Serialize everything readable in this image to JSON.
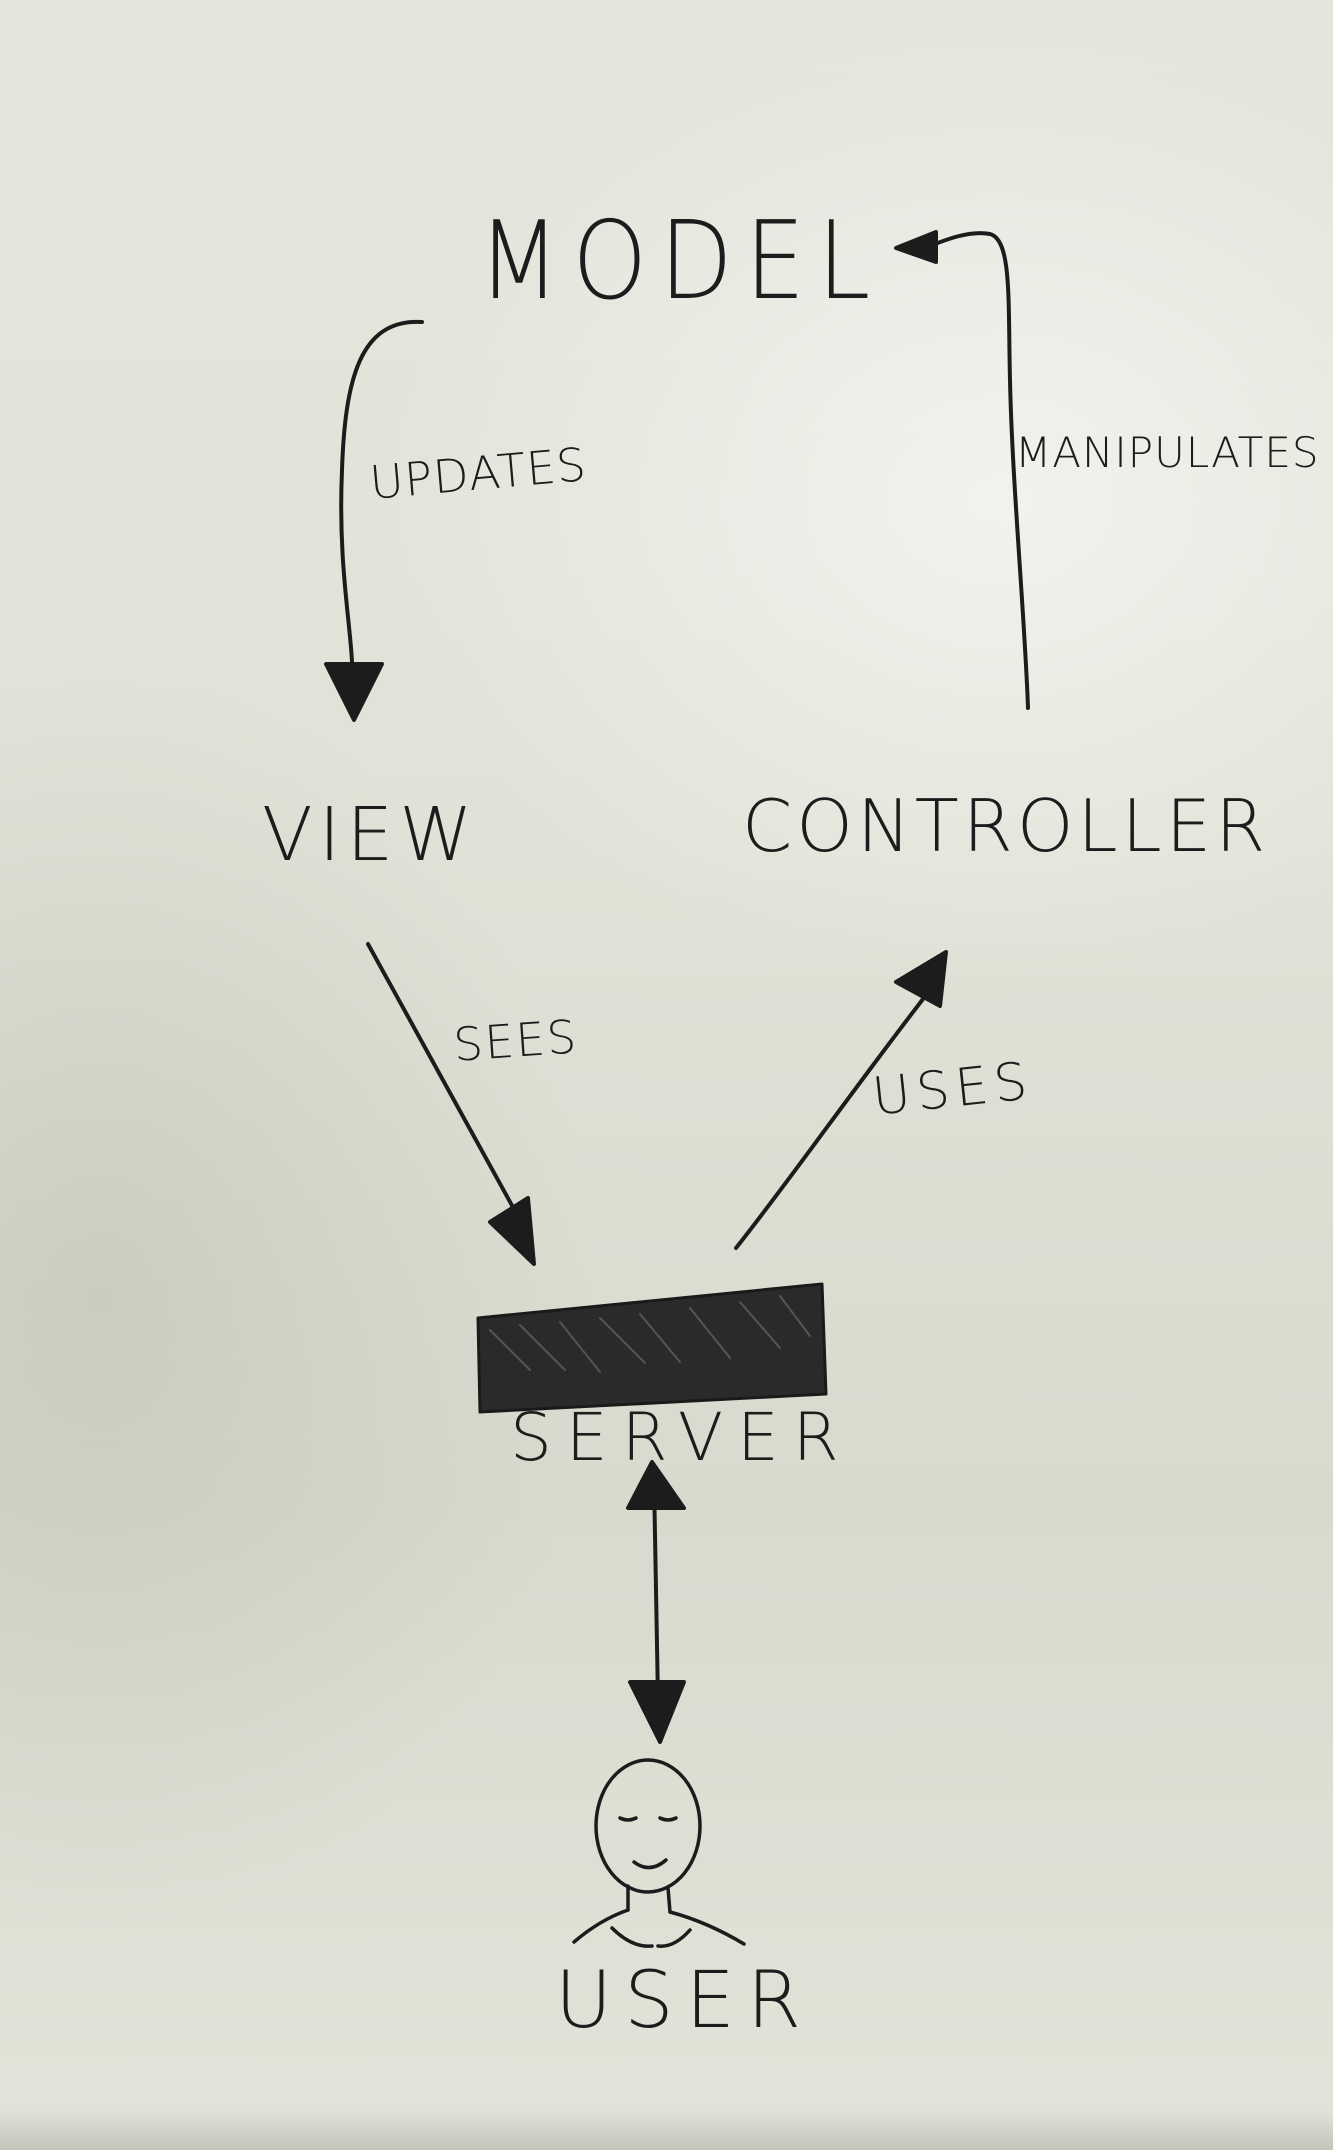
{
  "diagram": {
    "nodes": {
      "model": "MODEL",
      "view": "VIEW",
      "controller": "CONTROLLER",
      "server": "SERVER",
      "user": "USER"
    },
    "edges": {
      "model_to_view": "UPDATES",
      "controller_to_model": "MANIPULATES",
      "view_to_server": "SEES",
      "server_to_controller": "USES"
    }
  },
  "colors": {
    "ink": "#1c1c1c",
    "paper": "#e1e2d7",
    "redaction": "#2a2a2a"
  }
}
